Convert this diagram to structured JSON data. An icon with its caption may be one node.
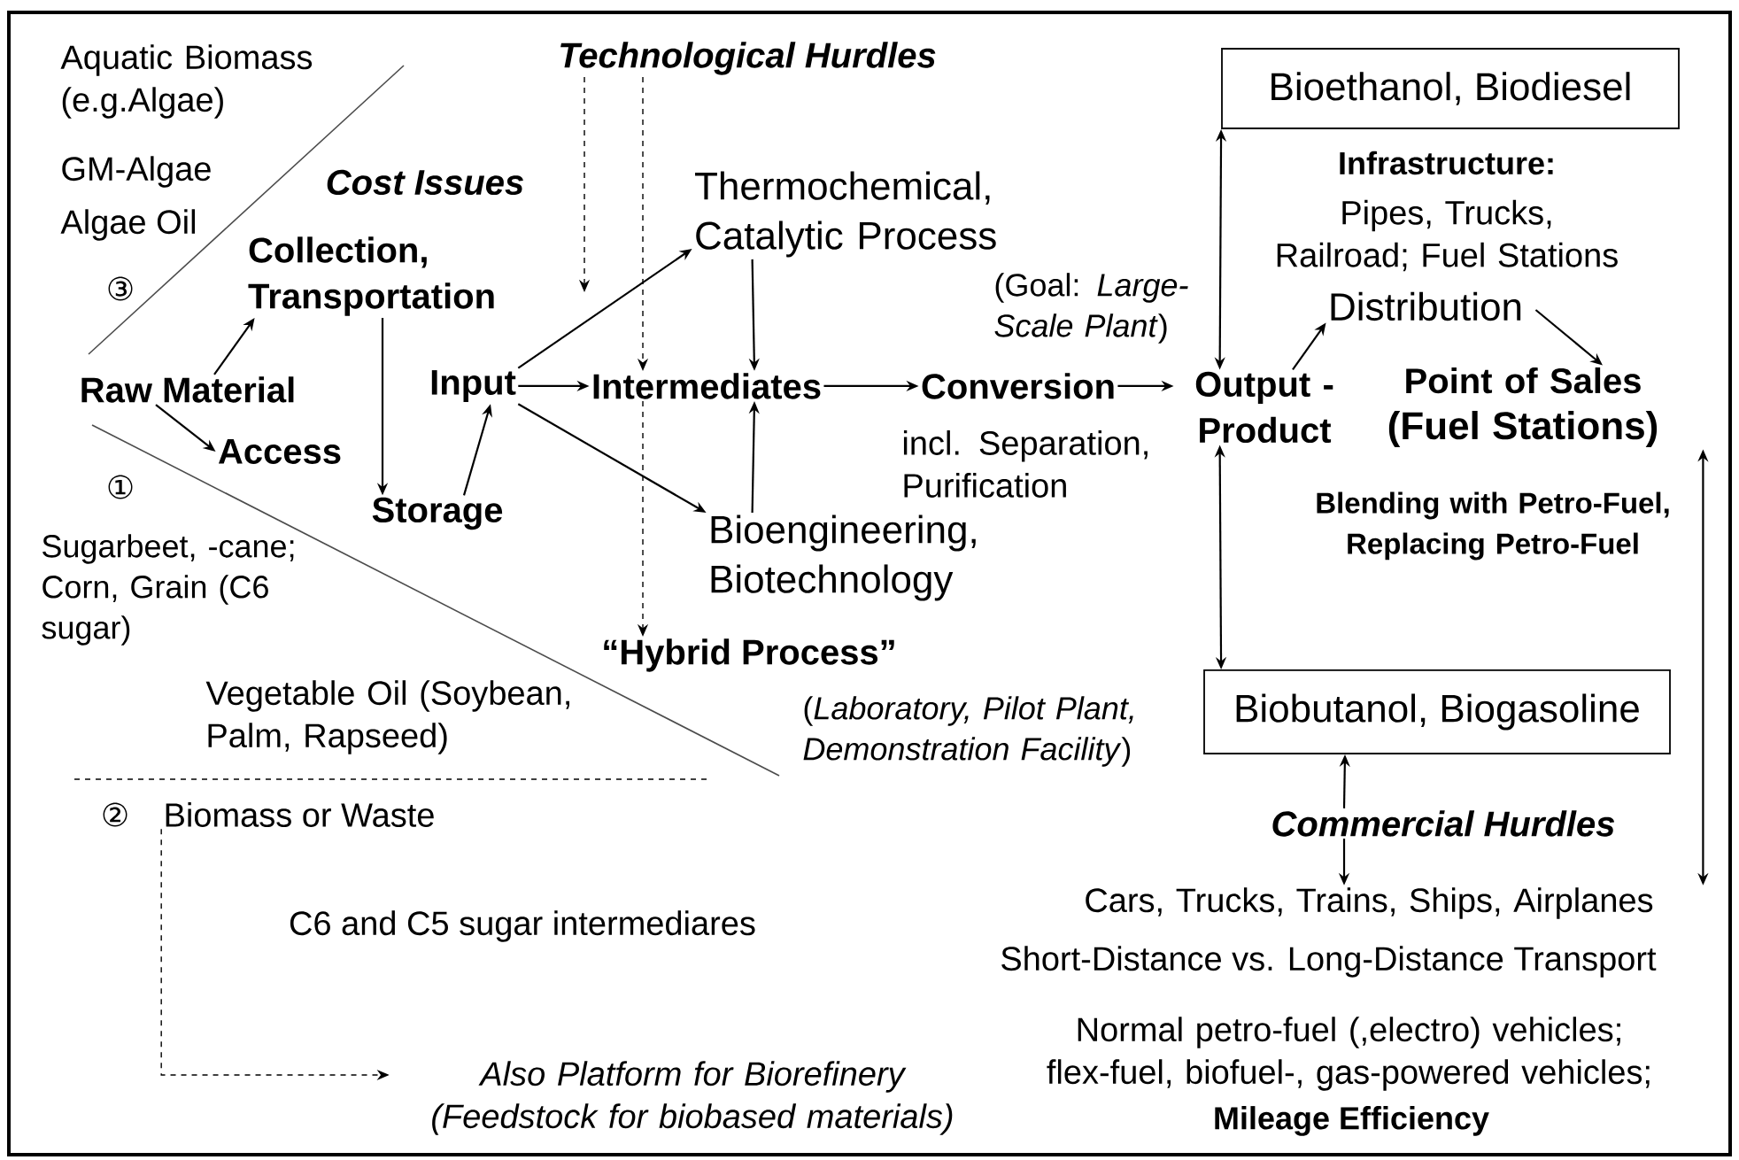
{
  "diagram": {
    "nodes": [
      {
        "text": [
          "Raw Material"
        ]
      },
      {
        "text": [
          "Collection, Transportation"
        ]
      },
      {
        "text": [
          "Access"
        ]
      },
      {
        "text": [
          "Storage"
        ]
      },
      {
        "text": [
          "Input"
        ]
      },
      {
        "text": [
          "Intermediates"
        ]
      },
      {
        "text": [
          "Thermochemical, Catalytic Process"
        ]
      },
      {
        "text": [
          "Bioengineering, Biotechnology"
        ]
      },
      {
        "text": [
          "“Hybrid Process”"
        ]
      },
      {
        "text": [
          "Conversion"
        ]
      },
      {
        "text": [
          "Output - Product"
        ]
      },
      {
        "text": [
          "Distribution"
        ]
      },
      {
        "text": [
          "Point of Sales",
          "(Fuel Stations)"
        ]
      },
      {
        "text": [
          "Bioethanol, Biodiesel"
        ]
      },
      {
        "text": [
          "Biobutanol, Biogasoline"
        ]
      },
      {
        "text": [
          "Technological Hurdles"
        ]
      },
      {
        "text": [
          "Commercial Hurdles"
        ]
      },
      {
        "text": [
          "Cars, Trucks, Trains, Ships, Airplanes"
        ]
      },
      {
        "text": [
          "Biomass or Waste"
        ]
      },
      {
        "text": [
          "Also Platform for Biorefinery",
          "(Feedstock for biobased materials)"
        ]
      }
    ],
    "edges": [
      {
        "from": 0,
        "to": 1,
        "arrow": "to"
      },
      {
        "from": 0,
        "to": 2,
        "arrow": "to"
      },
      {
        "from": 1,
        "to": 3,
        "arrow": "to"
      },
      {
        "from": 3,
        "to": 4,
        "arrow": "to"
      },
      {
        "from": 4,
        "to": 5,
        "arrow": "to"
      },
      {
        "from": 4,
        "to": 6,
        "arrow": "to"
      },
      {
        "from": 4,
        "to": 7,
        "arrow": "to"
      },
      {
        "from": 6,
        "to": 5,
        "arrow": "to"
      },
      {
        "from": 7,
        "to": 5,
        "arrow": "to"
      },
      {
        "from": 5,
        "to": 9,
        "arrow": "to"
      },
      {
        "from": 9,
        "to": 10,
        "arrow": "to"
      },
      {
        "from": 10,
        "to": 11,
        "arrow": "to"
      },
      {
        "from": 11,
        "to": 12,
        "arrow": "to"
      },
      {
        "from": 13,
        "to": 10,
        "arrow": "both"
      },
      {
        "from": 10,
        "to": 14,
        "arrow": "both"
      },
      {
        "from": 15,
        "to": null,
        "arrow": "to",
        "style": "dashed"
      },
      {
        "from": 15,
        "to": 5,
        "arrow": "to",
        "style": "dashed"
      },
      {
        "from": 5,
        "to": 8,
        "arrow": "to",
        "style": "dashed"
      },
      {
        "from": 16,
        "to": 14,
        "arrow": "to"
      },
      {
        "from": 16,
        "to": 17,
        "arrow": "to"
      },
      {
        "from": 12,
        "to": 17,
        "arrow": "both"
      },
      {
        "from": 18,
        "to": 19,
        "arrow": "to",
        "style": "dashed"
      }
    ],
    "labels": [
      "Aquatic Biomass (e.g.Algae)",
      "GM-Algae",
      "Algae Oil",
      "③",
      "Cost Issues",
      "①",
      "Sugarbeet, -cane; Corn, Grain (C6 sugar)",
      "Vegetable Oil (Soybean, Palm, Rapseed)",
      "②",
      "C6 and C5 sugar intermediares",
      "(Goal: *Large-Scale Plant*)",
      "incl. Separation, Purification",
      "(*Laboratory, Pilot Plant, Demonstration Facility*)",
      "Infrastructure:",
      "Pipes, Trucks, Railroad; Fuel Stations",
      "Blending with Petro-Fuel, Replacing Petro-Fuel",
      "Short-Distance vs. Long-Distance Transport",
      "Normal petro-fuel (,electro) vehicles; flex-fuel, biofuel-, gas-powered vehicles;",
      "Mileage Efficiency"
    ]
  }
}
